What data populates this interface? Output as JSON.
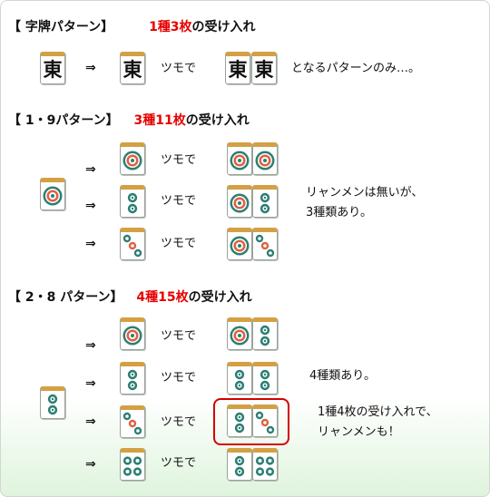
{
  "sections": [
    {
      "header_bracket": "【 字牌パターン】",
      "header_count": "1種3枚",
      "header_suffix": "の受け入れ"
    },
    {
      "header_bracket": "【 1・9パターン】",
      "header_count": "3種11枚",
      "header_suffix": "の受け入れ"
    },
    {
      "header_bracket": "【 2・8 パターン】",
      "header_count": "4種15枚",
      "header_suffix": "の受け入れ"
    }
  ],
  "arrow": "⇒",
  "tsumo_label": "ツモで",
  "honor_kanji": "東",
  "honor_note": "となるパターンのみ…。",
  "terminal_note": [
    "リャンメンは無いが、",
    "3種類あり。"
  ],
  "middle_note_1": "4種類あり。",
  "middle_note_2": [
    "1種4枚の受け入れで、",
    "リャンメンも！"
  ],
  "colors": {
    "accent_red": "#e60000",
    "tile_back": "#d4a044",
    "pin_green": "#2e7f74",
    "pin_red": "#e06040"
  }
}
